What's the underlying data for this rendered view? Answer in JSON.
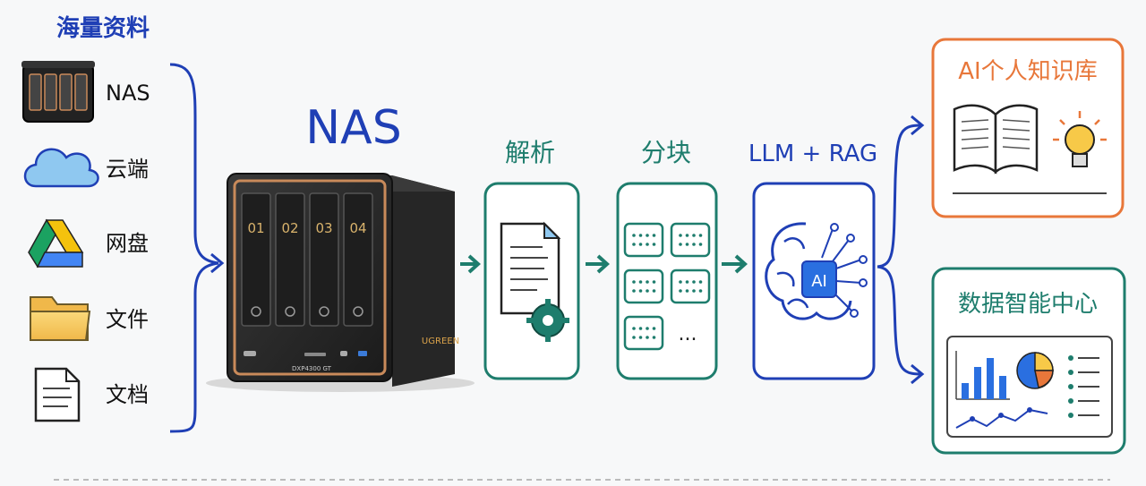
{
  "sources": {
    "title": "海量资料",
    "items": [
      {
        "label": "NAS",
        "icon": "nas-icon"
      },
      {
        "label": "云端",
        "icon": "cloud-icon"
      },
      {
        "label": "网盘",
        "icon": "drive-icon"
      },
      {
        "label": "文件",
        "icon": "folder-icon"
      },
      {
        "label": "文档",
        "icon": "document-icon"
      }
    ]
  },
  "nas": {
    "title": "NAS",
    "bays": [
      "01",
      "02",
      "03",
      "04"
    ],
    "brand": "UGREEN",
    "model": "DXP4300 GT"
  },
  "stages": [
    {
      "label": "解析",
      "icon": "parse-document-gear-icon"
    },
    {
      "label": "分块",
      "icon": "chunks-icon"
    },
    {
      "label": "LLM + RAG",
      "icon": "ai-brain-icon",
      "chip": "AI"
    }
  ],
  "outputs": [
    {
      "label": "AI个人知识库",
      "icon": "book-lightbulb-icon"
    },
    {
      "label": "数据智能中心",
      "icon": "dashboard-icon"
    }
  ],
  "chunks_more": "...",
  "colors": {
    "blue": "#1f3fb5",
    "teal": "#1e7d6d",
    "orange": "#e8773a",
    "nas_body": "#2a2a2a",
    "copper": "#c98a5a"
  }
}
